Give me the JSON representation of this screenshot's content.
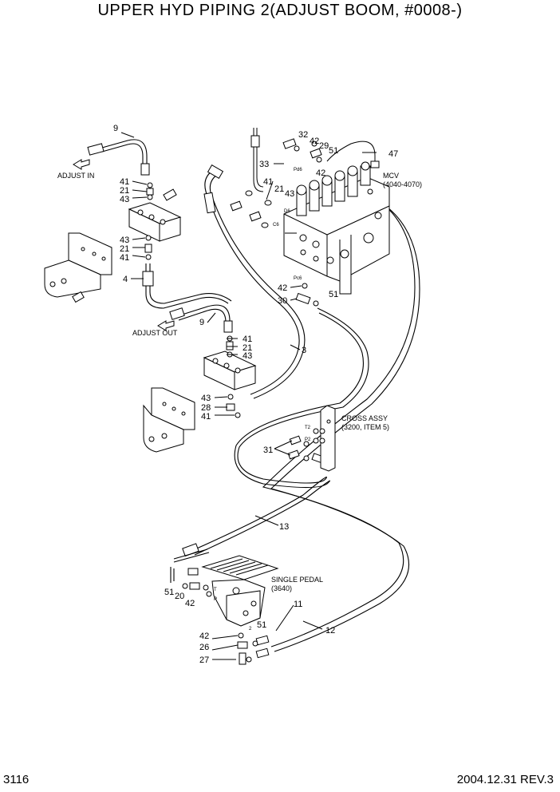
{
  "title": "UPPER HYD PIPING 2(ADJUST BOOM, #0008-)",
  "page_number": "3116",
  "revision": "2004.12.31  REV.3",
  "callouts": {
    "n9a": "9",
    "n9b": "9",
    "n4": "4",
    "n3": "3",
    "n13": "13",
    "n11": "11",
    "n12": "12",
    "n41a": "41",
    "n21a": "21",
    "n43a": "43",
    "n43b": "43",
    "n21b": "21",
    "n41b": "41",
    "n41c": "41",
    "n21c": "21",
    "n43c": "43",
    "n43d": "43",
    "n28": "28",
    "n41d": "41",
    "n32": "32",
    "n42a": "42",
    "n29": "29",
    "n51a": "51",
    "n47": "47",
    "n33": "33",
    "n42b": "42",
    "n41e": "41",
    "n21d": "21",
    "n43e": "43",
    "n42c": "42",
    "n30": "30",
    "n51b": "51",
    "n31": "31",
    "n51c": "51",
    "n20": "20",
    "n42d": "42",
    "n42e": "42",
    "n26": "26",
    "n27": "27",
    "n51d": "51"
  },
  "notes": {
    "adjust_in": "ADJUST IN",
    "adjust_out": "ADJUST OUT",
    "mcv_line1": "MCV",
    "mcv_line2": "(4040-4070)",
    "cross_line1": "CROSS ASSY",
    "cross_line2": "(3200, ITEM 5)",
    "pedal_line1": "SINGLE PEDAL",
    "pedal_line2": "(3640)"
  },
  "port_labels": {
    "pd6a": "Pd6",
    "d6": "D6",
    "c6": "C6",
    "pc6": "Pc6",
    "t2": "T2",
    "p2": "P2",
    "t": "T",
    "p": "P",
    "two": "2"
  }
}
